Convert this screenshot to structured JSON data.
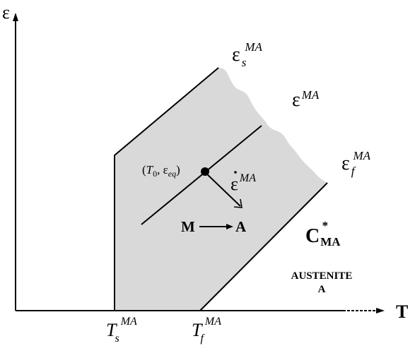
{
  "axes": {
    "y_label": "ε",
    "x_label": "T",
    "x_ticks": [
      {
        "main": "T",
        "sub": "s",
        "sup": "MA"
      },
      {
        "main": "T",
        "sub": "f",
        "sup": "MA"
      }
    ]
  },
  "boundaries": {
    "start": {
      "main": "ε",
      "sub": "s",
      "sup": "MA"
    },
    "middle": {
      "main": "ε",
      "sup": "MA"
    },
    "finish": {
      "main": "ε",
      "sub": "f",
      "sup": "MA"
    }
  },
  "state_point": {
    "open": "(",
    "t": "T",
    "t_sub": "0",
    "sep": ", ε",
    "eps_sub": "eq",
    "close": ")"
  },
  "rate_label": {
    "main": "ε",
    "sup": "MA"
  },
  "transformation": {
    "from": "M",
    "to": "A"
  },
  "stress_rate": {
    "main": "C",
    "sub": "MA",
    "sup": "*"
  },
  "phase_region": {
    "line1": "AUSTENITE",
    "line2": "A"
  },
  "colors": {
    "region_fill": "#d9d9d9",
    "ink": "#000000"
  }
}
